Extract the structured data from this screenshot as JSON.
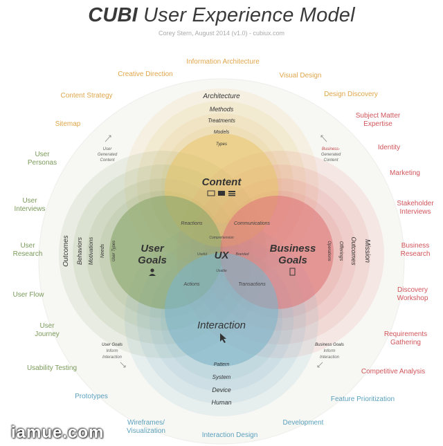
{
  "title": {
    "brand": "CUBI",
    "rest": "User Experience Model"
  },
  "subtitle": "Corey Stern, August 2014  (v1.0)  -  cubiux.com",
  "center": "UX",
  "circles": {
    "content": {
      "label": "Content",
      "color": "#e8c46a",
      "rings": [
        "Architecture",
        "Methods",
        "Treatments",
        "Models",
        "Types"
      ]
    },
    "user": {
      "label": "User\nGoals",
      "color": "#8aa66a",
      "rings": [
        "Outcomes",
        "Behaviors",
        "Motivations",
        "Needs",
        "User Types"
      ]
    },
    "business": {
      "label": "Business\nGoals",
      "color": "#e0787a",
      "rings": [
        "Mission",
        "Outcomes",
        "Offerings",
        "Operations"
      ]
    },
    "interaction": {
      "label": "Interaction",
      "color": "#7fb4c8",
      "rings": [
        "Pattern",
        "System",
        "Device",
        "Human"
      ]
    }
  },
  "overlaps": {
    "reactions": "Reactions",
    "communications": "Communications",
    "actions": "Actions",
    "transactions": "Transactions",
    "comprehension": "Comprehension",
    "useful": "Useful",
    "branded": "Branded",
    "usable": "Usable"
  },
  "inner_notes": {
    "user_generated": "User\nGenerated\nContent",
    "business_generated": "Business-\nGenerated\nContent",
    "user_goals_inform": "User Goals\nInform\nInteraction",
    "business_goals_inform": "Business Goals\nInform\nInteraction"
  },
  "outer_labels": {
    "information_architecture": "Information Architecture",
    "creative_direction": "Creative Direction",
    "visual_design": "Visual Design",
    "content_strategy": "Content Strategy",
    "design_discovery": "Design Discovery",
    "sitemap": "Sitemap",
    "subject_matter_expertise": "Subject Matter\nExpertise",
    "user_personas": "User\nPersonas",
    "identity": "Identity",
    "marketing": "Marketing",
    "user_interviews": "User\nInterviews",
    "stakeholder_interviews": "Stakeholder\nInterviews",
    "user_research": "User\nResearch",
    "business_research": "Business\nResearch",
    "user_flow": "User Flow",
    "discovery_workshop": "Discovery\nWorkshop",
    "user_journey": "User\nJourney",
    "requirements_gathering": "Requirements\nGathering",
    "usability_testing": "Usability Testing",
    "competitive_analysis": "Competitive Analysis",
    "prototypes": "Prototypes",
    "feature_prioritization": "Feature Prioritization",
    "wireframes": "Wireframes/\nVisualization",
    "development": "Development",
    "interaction_design": "Interaction Design"
  },
  "label_colors": {
    "gold": "#e0a64a",
    "green": "#7a9a5a",
    "red": "#d0545a",
    "blue": "#5aa0bc"
  },
  "watermark": "iamue.com"
}
